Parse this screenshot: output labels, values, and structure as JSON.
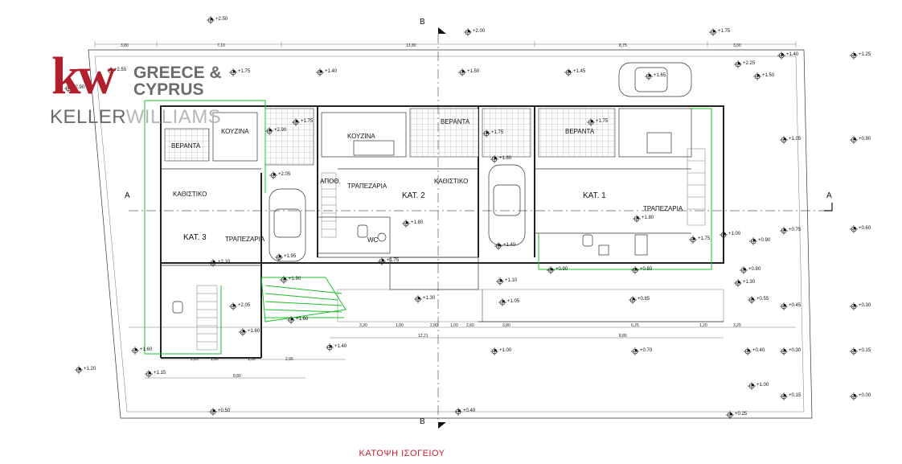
{
  "logo": {
    "kw": "kw",
    "region": "GREECE & CYPRUS",
    "brand_first": "KELLER",
    "brand_second": "WILLIAMS",
    "brand_color": "#b11e2e"
  },
  "caption": "ΚΑΤΟΨΗ ΙΣΟΓΕΙΟΥ",
  "section_marks": {
    "a_left": "A",
    "a_right": "A",
    "b_top": "B",
    "b_bottom": "B"
  },
  "units": {
    "kat1": "ΚΑΤ. 1",
    "kat2": "ΚΑΤ. 2",
    "kat3": "ΚΑΤ. 3"
  },
  "rooms": {
    "kouzina": "ΚΟΥΖΙΝΑ",
    "veranta": "ΒΕΡΑΝΤΑ",
    "kathistiko": "ΚΑΘΙΣΤΙΚΟ",
    "trapezaria": "ΤΡΑΠΕΖΑΡΙΑ",
    "apothiki": "ΑΠΟΘ.",
    "wc": "WC"
  },
  "levels": {
    "l250": "+2.50",
    "l200": "+2.00",
    "l175": "+1.75",
    "l140": "+1.40",
    "l125": "+1.25",
    "l255": "+2.55",
    "l290": "+2.90",
    "l150": "+1.50",
    "l145": "+1.45",
    "l165": "+1.65",
    "l225": "+2.25",
    "l105": "+1.05",
    "l090": "+0.90",
    "l205": "+2.05",
    "l180": "+1.80",
    "l160": "+1.60",
    "l100": "+1.00",
    "l075": "+0.75",
    "l060": "+0.60",
    "l210": "+2.10",
    "l195": "+1.95",
    "l190": "+1.90",
    "l130": "+1.30",
    "l110": "+1.10",
    "l080": "+0.80",
    "l085": "+0.85",
    "l055": "+0.55",
    "l045": "+0.45",
    "l030": "+0.30",
    "l040": "+0.40",
    "l070": "+0.70",
    "l015": "+0.15",
    "l000": "+0.00",
    "l050": "+0.50",
    "l025": "+0.25",
    "l120": "+1.20",
    "l115": "+1.15"
  },
  "dims": {
    "top": [
      "3,80",
      "7,10",
      "13,80",
      "8,75",
      "3,00"
    ],
    "bottom": [
      "2,85",
      "1,80",
      "1,30",
      "2,95",
      "3,30",
      "1,00",
      "2,80",
      "1,00",
      "2,60",
      "3,80",
      "6,25",
      "1,20",
      "3,25"
    ],
    "overall": [
      "12,21",
      "8,85",
      "8,80"
    ]
  }
}
